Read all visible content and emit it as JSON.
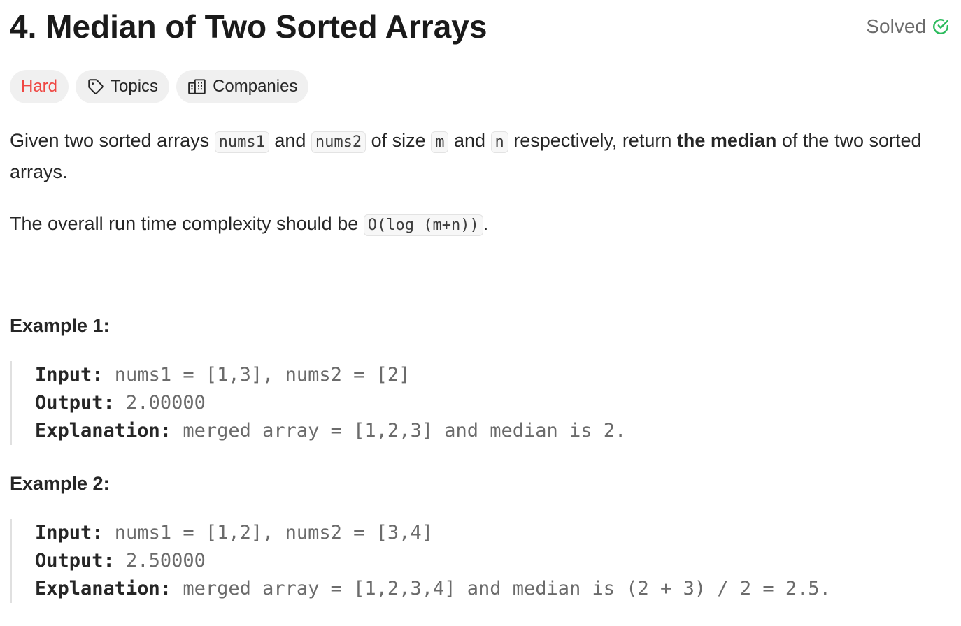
{
  "problem": {
    "title": "4. Median of Two Sorted Arrays",
    "status": "Solved",
    "status_color": "#2cbb5d",
    "status_icon": "check-circle-icon"
  },
  "tags": {
    "difficulty": "Hard",
    "difficulty_color": "#ef4743",
    "topics": "Topics",
    "topics_icon": "tag-icon",
    "companies": "Companies",
    "companies_icon": "building-icon"
  },
  "description": {
    "p1_a": "Given two sorted arrays ",
    "p1_code1": "nums1",
    "p1_b": " and ",
    "p1_code2": "nums2",
    "p1_c": " of size ",
    "p1_code3": "m",
    "p1_d": " and ",
    "p1_code4": "n",
    "p1_e": " respectively, return ",
    "p1_bold": "the median",
    "p1_f": " of the two sorted arrays.",
    "p2_a": "The overall run time complexity should be ",
    "p2_code": "O(log (m+n))",
    "p2_b": "."
  },
  "examples": [
    {
      "title": "Example 1:",
      "input_label": "Input:",
      "input_value": " nums1 = [1,3], nums2 = [2]",
      "output_label": "Output:",
      "output_value": " 2.00000",
      "explanation_label": "Explanation:",
      "explanation_value": " merged array = [1,2,3] and median is 2."
    },
    {
      "title": "Example 2:",
      "input_label": "Input:",
      "input_value": " nums1 = [1,2], nums2 = [3,4]",
      "output_label": "Output:",
      "output_value": " 2.50000",
      "explanation_label": "Explanation:",
      "explanation_value": " merged array = [1,2,3,4] and median is (2 + 3) / 2 = 2.5."
    }
  ]
}
